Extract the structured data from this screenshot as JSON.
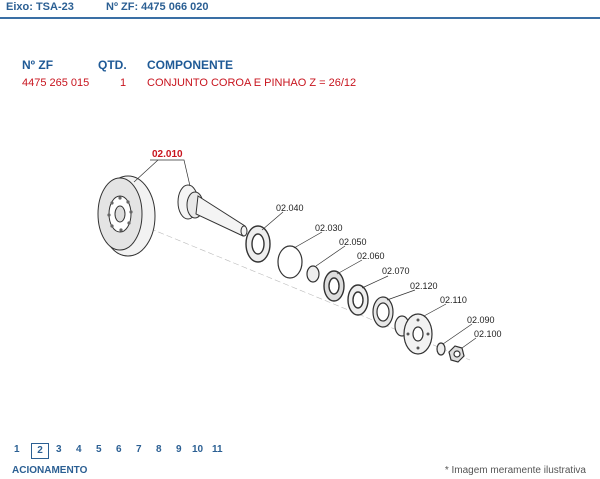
{
  "header": {
    "eixo": "Eixo: TSA-23",
    "nzf": "Nº ZF: 4475 066 020"
  },
  "table": {
    "columns": [
      "Nº ZF",
      "QTD.",
      "COMPONENTE"
    ],
    "row": {
      "zf": "4475 265 015",
      "qty": "1",
      "component": "CONJUNTO COROA E PINHAO Z = 26/12"
    }
  },
  "drawing": {
    "main_label": "02.010",
    "labels": [
      "02.040",
      "02.030",
      "02.050",
      "02.060",
      "02.070",
      "02.120",
      "02.110",
      "02.090",
      "02.100"
    ]
  },
  "pagination": {
    "pages": [
      "1",
      "2",
      "3",
      "4",
      "5",
      "6",
      "7",
      "8",
      "9",
      "10",
      "11"
    ],
    "current": "2"
  },
  "footer": {
    "link": "ACIONAMENTO",
    "note": "* Imagem meramente ilustrativa"
  },
  "colors": {
    "accent": "#2b5f93",
    "red": "#c8141e"
  }
}
